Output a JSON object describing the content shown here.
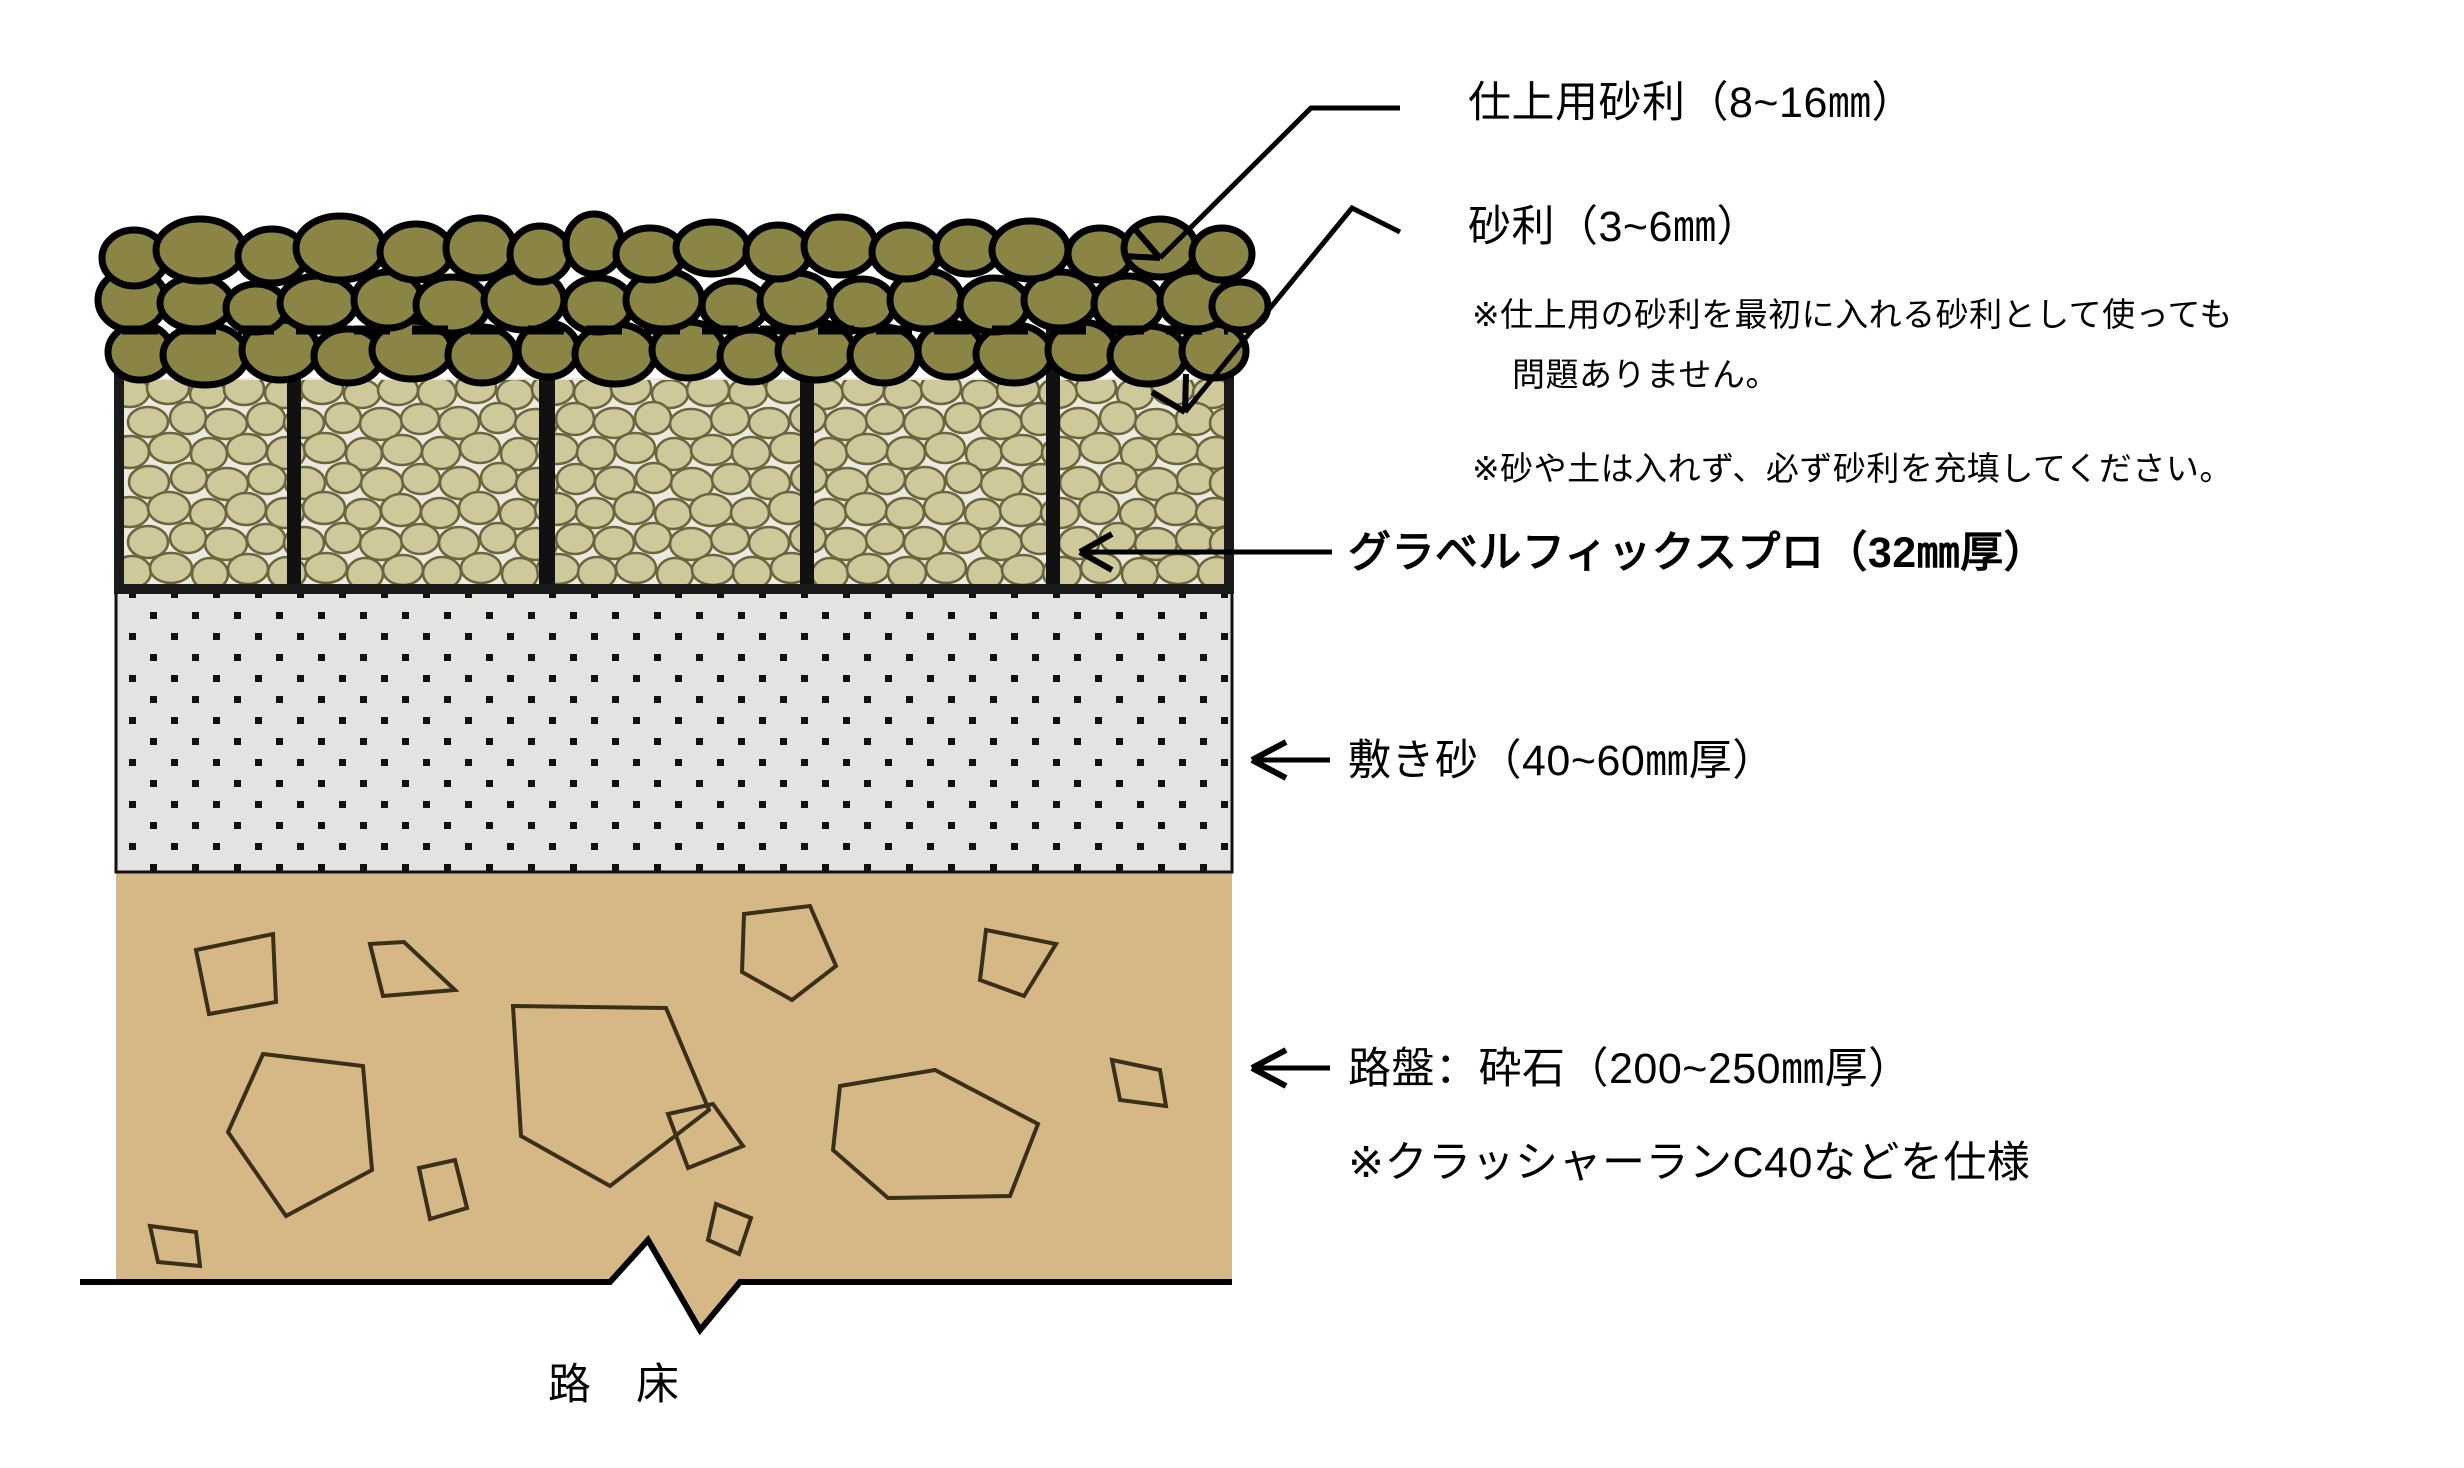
{
  "diagram": {
    "title_semantics": "gravel-fix-pro-pavement-cross-section",
    "labels": {
      "finishing_gravel": "仕上用砂利（8~16㎜）",
      "gravel": "砂利（3~6㎜）",
      "note_gravel_1a": "※仕上用の砂利を最初に入れる砂利として使っても",
      "note_gravel_1b": "問題ありません。",
      "note_gravel_2": "※砂や土は入れず、必ず砂利を充填してください。",
      "product": "グラベルフィックスプロ（32㎜厚）",
      "bedding_sand": "敷き砂（40~60㎜厚）",
      "base_course": "路盤：砕石（200~250㎜厚）",
      "base_course_note": "※クラッシャーランC40などを仕様",
      "subgrade": "路　床"
    },
    "layers": [
      {
        "name": "finishing-gravel-layer",
        "label": "仕上用砂利（8~16㎜）",
        "size_range_mm": "8~16",
        "fill_color": "#8a8445",
        "stroke_color": "#000000"
      },
      {
        "name": "gravel-fill-layer",
        "label": "砂利（3~6㎜）",
        "size_range_mm": "3~6",
        "fill_color": "#cec89a",
        "stroke_color": "#6b6540"
      },
      {
        "name": "gravel-fix-pro-grid",
        "label": "グラベルフィックスプロ（32㎜厚）",
        "thickness_mm": "32",
        "fill_color": "#111111"
      },
      {
        "name": "bedding-sand-layer",
        "label": "敷き砂（40~60㎜厚）",
        "thickness_mm": "40~60",
        "fill_color": "#e3e3e1",
        "dot_color": "#111111"
      },
      {
        "name": "base-course-layer",
        "label": "路盤：砕石（200~250㎜厚）",
        "thickness_mm": "200~250",
        "fill_color": "#d6b887",
        "stroke_color": "#3a2f18"
      },
      {
        "name": "subgrade",
        "label": "路　床",
        "fill_color": "#ffffff"
      }
    ]
  }
}
